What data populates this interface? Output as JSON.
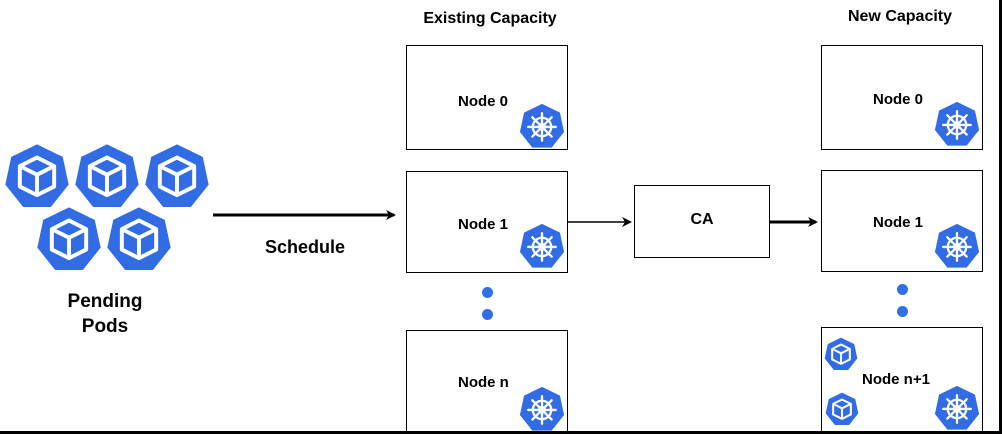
{
  "titles": {
    "existing": "Existing Capacity",
    "new": "New Capacity"
  },
  "pending": {
    "line1": "Pending",
    "line2": "Pods"
  },
  "schedule_label": "Schedule",
  "ca_label": "CA",
  "existing_nodes": [
    "Node 0",
    "Node 1",
    "Node n"
  ],
  "new_nodes": [
    "Node 0",
    "Node 1",
    "Node n+1"
  ],
  "colors": {
    "k8s_blue": "#326ce5",
    "dot_blue": "#2f6fe8",
    "line": "#000000"
  },
  "icons": {
    "pod": "pod-cube-icon",
    "node": "kubernetes-helm-icon"
  }
}
